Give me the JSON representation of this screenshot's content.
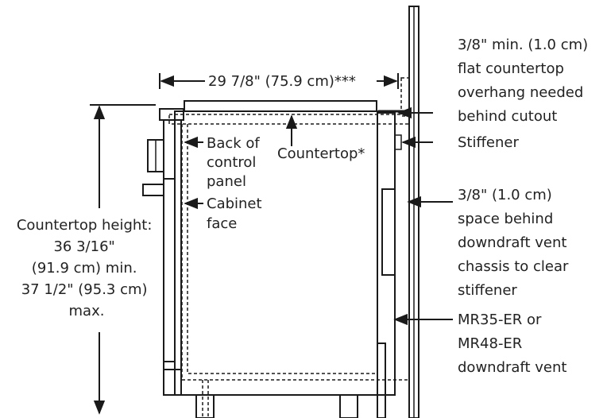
{
  "dimensions": {
    "depth": "29 7/8\" (75.9 cm)***"
  },
  "labels": {
    "overhang": [
      "3/8\" min. (1.0 cm)",
      "flat countertop",
      "overhang needed",
      "behind cutout"
    ],
    "stiffener": "Stiffener",
    "back_of_panel": [
      "Back of",
      "control",
      "panel"
    ],
    "countertop": "Countertop*",
    "cabinet_face": [
      "Cabinet",
      "face"
    ],
    "space_behind": [
      "3/8\" (1.0 cm)",
      "space behind",
      "downdraft vent",
      "chassis to clear",
      "stiffener"
    ],
    "countertop_height": [
      "Countertop height:",
      "36 3/16\"",
      "(91.9 cm) min.",
      "37 1/2\" (95.3 cm)",
      "max."
    ],
    "downdraft_vent": [
      "MR35-ER or",
      "MR48-ER",
      "downdraft vent"
    ]
  }
}
